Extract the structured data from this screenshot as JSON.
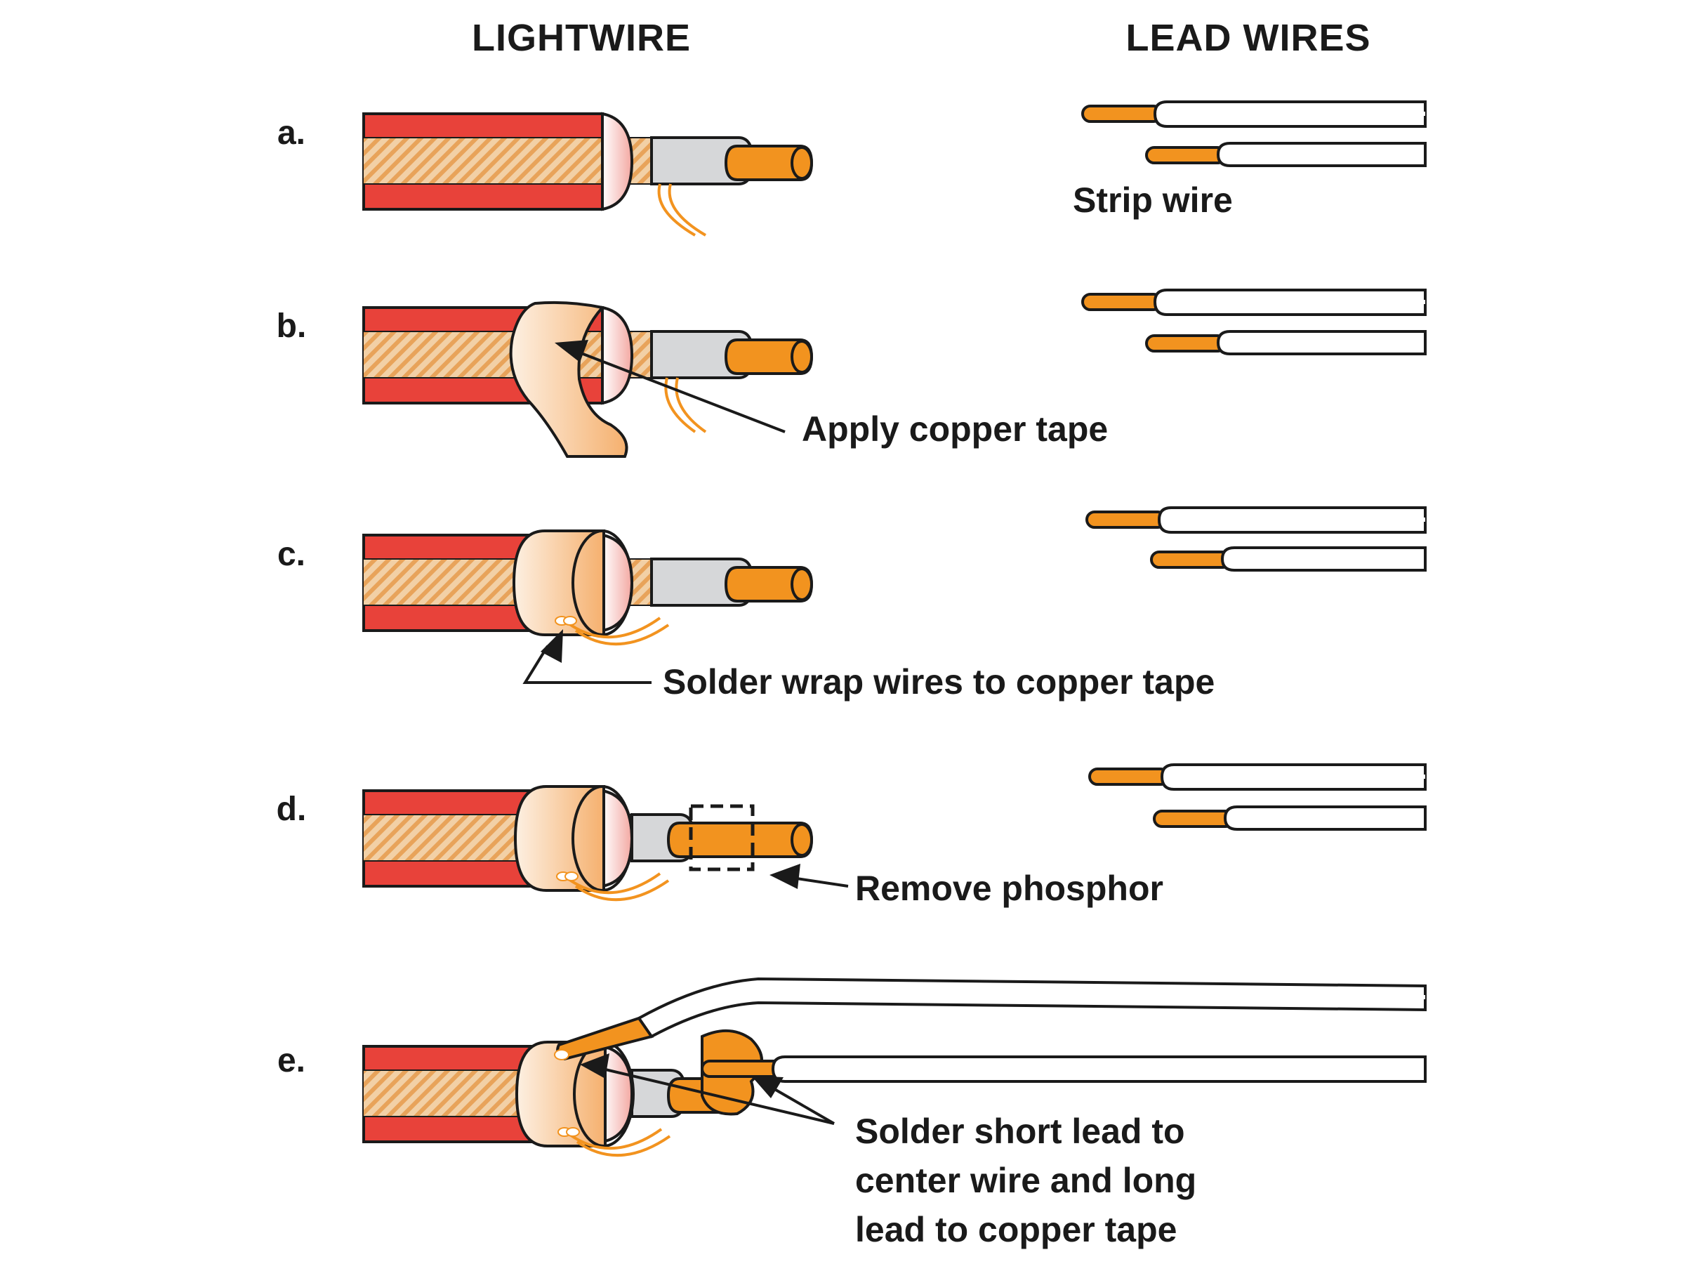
{
  "headers": {
    "lightwire": "LIGHTWIRE",
    "lead_wires": "LEAD WIRES"
  },
  "steps": [
    {
      "label": "a.",
      "caption": "Strip wire"
    },
    {
      "label": "b.",
      "caption": "Apply copper tape"
    },
    {
      "label": "c.",
      "caption": "Solder wrap wires to copper tape"
    },
    {
      "label": "d.",
      "caption": "Remove phosphor"
    },
    {
      "label": "e.",
      "caption_lines": [
        "Solder short lead to",
        "center wire and long",
        "lead to copper tape"
      ]
    }
  ],
  "colors": {
    "jacket": "#e8423a",
    "copper": "#f2931f",
    "insulation": "#d6d7d9",
    "outline": "#1a1a1a"
  }
}
